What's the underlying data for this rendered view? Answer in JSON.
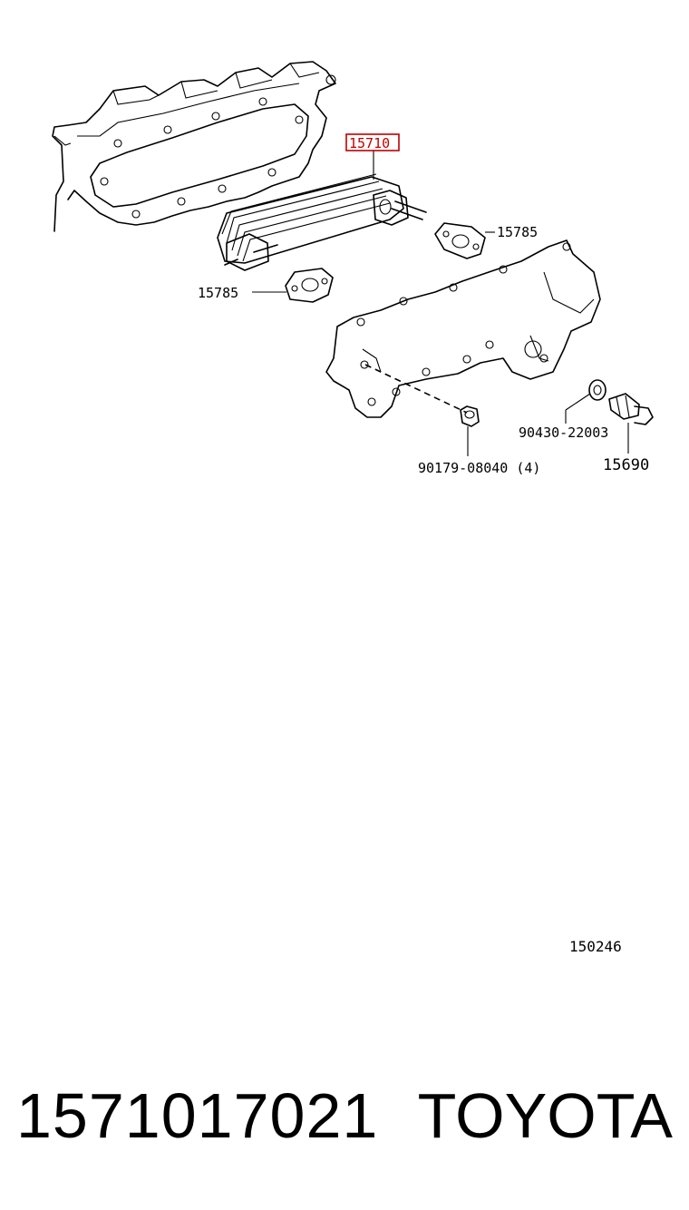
{
  "diagram": {
    "callouts": {
      "cooler": "15710",
      "gasket_right": "15785",
      "gasket_left": "15785",
      "washer": "90430-22003",
      "nut": "90179-08040 (4)",
      "plug": "15690"
    },
    "highlight_color": "#c00000",
    "reference": "150246"
  },
  "footer": {
    "part_number": "1571017021",
    "brand": "TOYOTA"
  }
}
